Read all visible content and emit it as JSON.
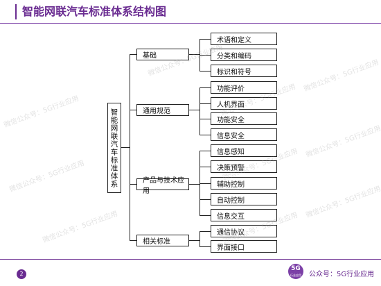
{
  "header": {
    "title": "智能网联汽车标准体系结构图"
  },
  "root": {
    "label": "智能网联汽车标准体系"
  },
  "groups": [
    {
      "label": "基础",
      "items": [
        "术语和定义",
        "分类和编码",
        "标识和符号"
      ]
    },
    {
      "label": "通用规范",
      "items": [
        "功能评价",
        "人机界面",
        "功能安全",
        "信息安全"
      ]
    },
    {
      "label": "产品与技术应用",
      "items": [
        "信息感知",
        "决策预警",
        "辅助控制",
        "自动控制",
        "信息交互"
      ]
    },
    {
      "label": "相关标准",
      "items": [
        "通信协议",
        "界面接口"
      ]
    }
  ],
  "watermark": {
    "text": "微信公众号：5G行业应用"
  },
  "footer": {
    "page_number": "2",
    "logo_text": "5G",
    "logo_subtext": "行业应用",
    "account_text": "公众号：5G行业应用"
  },
  "colors": {
    "brand": "#6a2c91"
  }
}
